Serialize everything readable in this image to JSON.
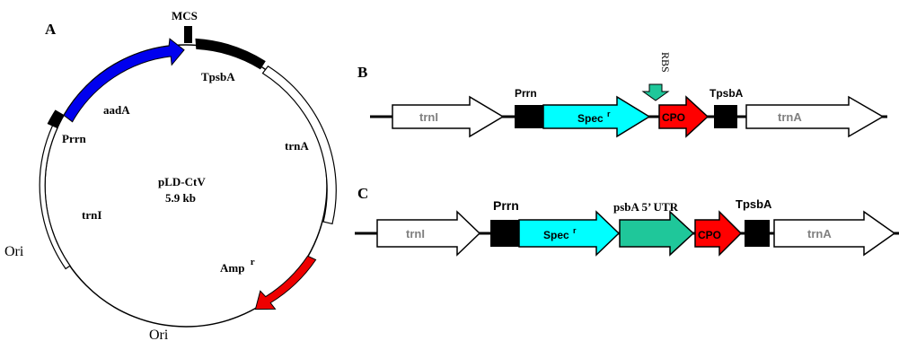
{
  "colors": {
    "aadA": "#0000ee",
    "amp": "#ee0000",
    "spec": "#00ffff",
    "cpo": "#ff0000",
    "utr": "#1fc79a",
    "rbs": "#1fc79a",
    "black": "#000000",
    "grey_text": "#808080"
  },
  "panel_a": {
    "letter": "A",
    "mcs": "MCS",
    "tpsba": "TpsbA",
    "aada": "aadA",
    "prrn": "Prrn",
    "trna": "trnA",
    "plasmid_name": "pLD-CtV",
    "plasmid_size": "5.9 kb",
    "trni": "trnI",
    "ori_left": "Ori",
    "ori_bottom": "Ori",
    "amp": "Amp",
    "amp_sup": "r"
  },
  "panel_b": {
    "letter": "B",
    "rbs": "RBS",
    "prrn": "Prrn",
    "tpsba": "TpsbA",
    "trni": "trnI",
    "spec": "Spec",
    "spec_sup": "r",
    "cpo": "CPO",
    "trna": "trnA"
  },
  "panel_c": {
    "letter": "C",
    "prrn": "Prrn",
    "utr": "psbA 5’ UTR",
    "tpsba": "TpsbA",
    "trni": "trnI",
    "spec": "Spec",
    "spec_sup": "r",
    "cpo": "CPO",
    "trna": "trnA"
  }
}
